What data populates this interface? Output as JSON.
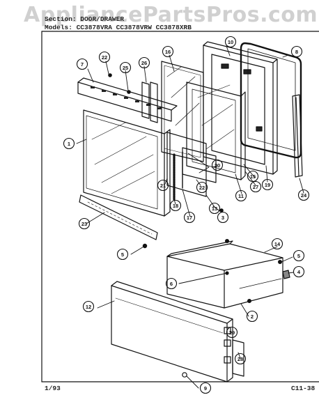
{
  "watermark": "AppliancePartsPros.com",
  "header": {
    "section": "Section: DOOR/DRAWER",
    "models": "Models:  CC3878VRA  CC3878VRW  CC3878XRB"
  },
  "footer": {
    "date": "1/93",
    "page": "C11-38"
  },
  "callouts": [
    "1",
    "2",
    "3",
    "4",
    "5",
    "5",
    "6",
    "7",
    "8",
    "9",
    "10",
    "11",
    "12",
    "13",
    "14",
    "15",
    "16",
    "17",
    "18",
    "19",
    "20",
    "21",
    "22",
    "22",
    "23",
    "24",
    "25",
    "26",
    "27",
    "28",
    "29"
  ]
}
